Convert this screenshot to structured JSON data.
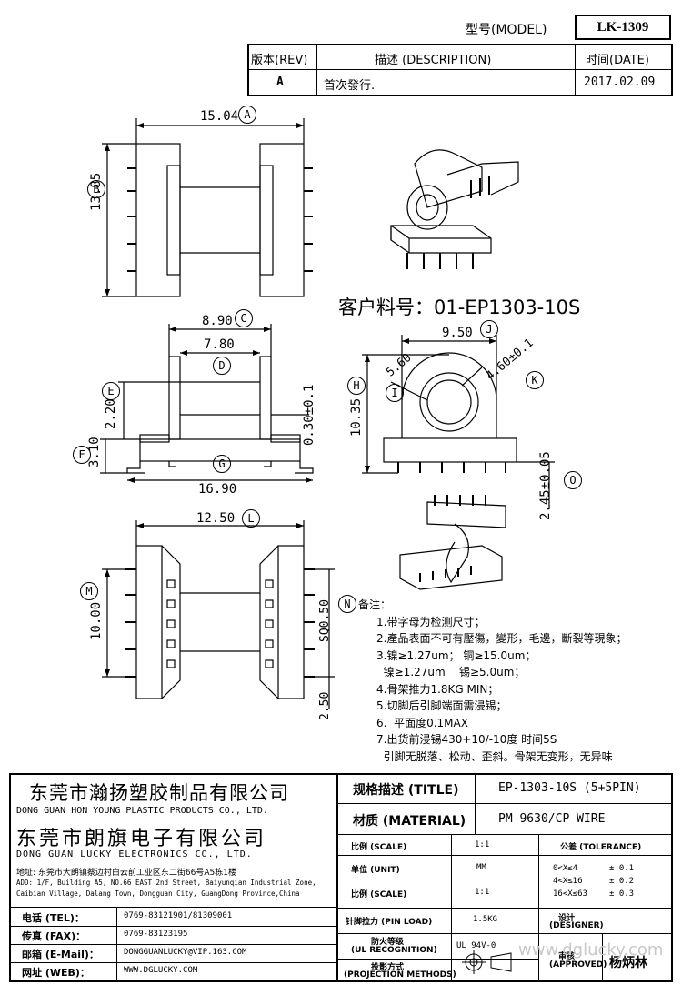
{
  "header": {
    "model_label": "型号(MODEL)",
    "model_value": "LK-1309",
    "rev_col": "版本(REV)",
    "desc_col": "描述 (DESCRIPTION)",
    "date_col": "时间(DATE)",
    "rev_value": "A",
    "desc_value": "首次發行.",
    "date_value": "2017.02.09"
  },
  "dims": {
    "A": "15.04",
    "B": "13.85",
    "C": "8.90",
    "D": "7.80",
    "E": "2.20",
    "F": "3.10",
    "G": "16.90",
    "H": "10.35",
    "I": "5.60",
    "J": "9.50",
    "K": "4.60±0.1",
    "L": "12.50",
    "M": "10.00",
    "N": "SQ0.50",
    "O": "2.45±0.05",
    "P": "0.30±0.1",
    "Q": "2.50"
  },
  "letters": [
    "A",
    "B",
    "C",
    "D",
    "E",
    "F",
    "G",
    "H",
    "I",
    "J",
    "K",
    "L",
    "M",
    "N",
    "O"
  ],
  "part_no": "客户料号：01-EP1303-10S",
  "notes": {
    "title": "备注：",
    "items": [
      "1.带字母为检测尺寸；",
      "2.產品表面不可有壓傷，變形，毛邊，斷裂等現象；",
      "3.镍≥1.27um；  铜≥15.0um；",
      "  镍≥1.27um    锡≥5.0um；",
      "4.骨架推力1.8KG MIN；",
      "5.切脚后引脚端面需浸锡；",
      "6.  平面度0.1MAX",
      "7.出货前浸锡430+10/-10度 时间5S",
      "  引脚无脱落、松动、歪斜。骨架无变形，无异味"
    ]
  },
  "company": {
    "name1": "东莞市瀚扬塑胶制品有限公司",
    "name1_en": "DONG GUAN HON YOUNG PLASTIC PRODUCTS CO., LTD.",
    "name2": "东莞市朗旗电子有限公司",
    "name2_en": "DONG GUAN LUCKY ELECTRONICS CO., LTD.",
    "addr_cn": "地址: 东莞市大朗镇蔡边村白云前工业区东二街66号A5栋1楼",
    "addr_en1": "ADD: 1/F, Building A5, NO.66 EAST 2nd Street, Baiyunqian Industrial Zone,",
    "addr_en2": "Caibian Village, Dalang Town, Dongguan City, GuangDong Province,China"
  },
  "contacts": [
    {
      "label": "电话 (TEL)：",
      "value": "0769-83121901/81309001"
    },
    {
      "label": "传真 (FAX)：",
      "value": "0769-83123195"
    },
    {
      "label": "邮箱 (E-Mail)：",
      "value": "DONGGUANLUCKY@VIP.163.COM"
    },
    {
      "label": "网址 (WEB)：",
      "value": "WWW.DGLUCKY.COM"
    }
  ],
  "title_block": {
    "title_label": "规格描述 (TITLE)",
    "title_value": "EP-1303-10S (5+5PIN)",
    "material_label": "材质 (MATERIAL)",
    "material_value": "PM-9630/CP WIRE",
    "scale_label": "比例 (SCALE)",
    "scale_value": "1:1",
    "tolerance_label": "公差 (TOLERANCE)",
    "unit_label": "单位 (UNIT)",
    "unit_value": "MM",
    "scale2_label": "比例 (SCALE)",
    "scale2_value": "1:1",
    "pin_label": "针脚拉力 (PIN LOAD)",
    "pin_value": "1.5KG",
    "ul_label1": "防火等级",
    "ul_label2": "(UL RECOGNITION)",
    "ul_value": "UL 94V-0",
    "proj_label1": "投影方式",
    "proj_label2": "(PROJECTION METHODS)",
    "tol_rows": [
      {
        "range": "0<X≤4",
        "value": "± 0.1"
      },
      {
        "range": "4<X≤16",
        "value": "± 0.2"
      },
      {
        "range": "16<X≤63",
        "value": "± 0.3"
      }
    ],
    "designer_label1": "设计",
    "designer_label2": "(DESIGNER)",
    "approved_label1": "审核",
    "approved_label2": "(APPROVED)",
    "approver": "杨炳林",
    "watermark": "www.dglucky.com"
  }
}
